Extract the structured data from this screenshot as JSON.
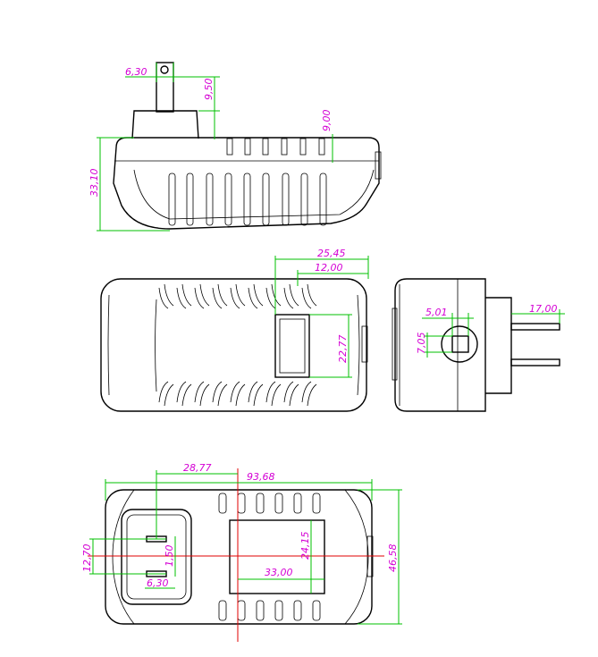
{
  "dimensions": {
    "side_view": {
      "prong_width": "6,30",
      "prong_length": "9,50",
      "step_height": "9,00",
      "body_height": "33,10"
    },
    "top_view": {
      "label_length": "25,45",
      "label_offset": "12,00",
      "label_height": "22,77"
    },
    "end_view": {
      "hole_width": "5,01",
      "hole_height": "7,05",
      "prong_length": "17,00"
    },
    "bottom_view": {
      "plug_offset": "28,77",
      "overall_length": "93,68",
      "pocket_height": "24,15",
      "pocket_width": "33,00",
      "prong_spacing": "12,70",
      "prong_gap": "1,50",
      "prong_width": "6,30",
      "overall_width": "46,58"
    }
  },
  "colors": {
    "dimension_text": "#d400d4",
    "dimension_lines": "#00c000",
    "outline": "#000000",
    "centerline": "#e00000"
  }
}
